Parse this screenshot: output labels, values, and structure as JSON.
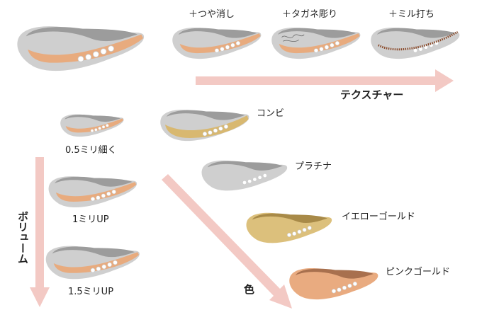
{
  "texture": {
    "axis_label": "テクスチャー",
    "options": [
      "＋つや消し",
      "＋タガネ彫り",
      "＋ミル打ち"
    ]
  },
  "volume": {
    "axis_label": "ボリューム",
    "options": [
      "0.5ミリ細く",
      "1ミリUP",
      "1.5ミリUP"
    ]
  },
  "color": {
    "axis_label": "色",
    "options": [
      "コンビ",
      "プラチナ",
      "イエローゴールド",
      "ピンクゴールド"
    ]
  },
  "colors": {
    "arrow": "#f3c9c4",
    "platinum": "#c9c9c9",
    "platinum_inner": "#9a9a9a",
    "pink_gold": "#e8ab7e",
    "yellow_gold": "#d8b870",
    "mil_bead": "#8a4a2a"
  }
}
